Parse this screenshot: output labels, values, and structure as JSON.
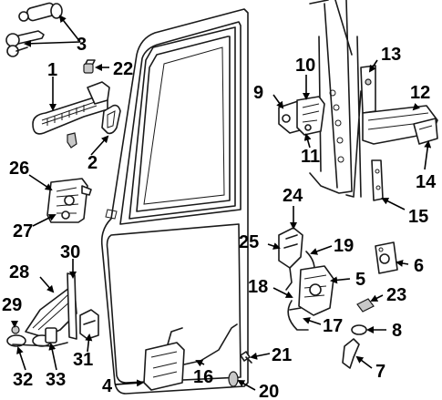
{
  "callouts": {
    "c1": "1",
    "c2": "2",
    "c3": "3",
    "c4": "4",
    "c5": "5",
    "c6": "6",
    "c7": "7",
    "c8": "8",
    "c9": "9",
    "c10": "10",
    "c11": "11",
    "c12": "12",
    "c13": "13",
    "c14": "14",
    "c15": "15",
    "c16": "16",
    "c17": "17",
    "c18": "18",
    "c19": "19",
    "c20": "20",
    "c21": "21",
    "c22": "22",
    "c23": "23",
    "c24": "24",
    "c25": "25",
    "c26": "26",
    "c27": "27",
    "c28": "28",
    "c29": "29",
    "c30": "30",
    "c31": "31",
    "c32": "32",
    "c33": "33"
  },
  "colors": {
    "line": "#1a1a1a",
    "background": "#ffffff",
    "shade": "#c8c8c8"
  }
}
